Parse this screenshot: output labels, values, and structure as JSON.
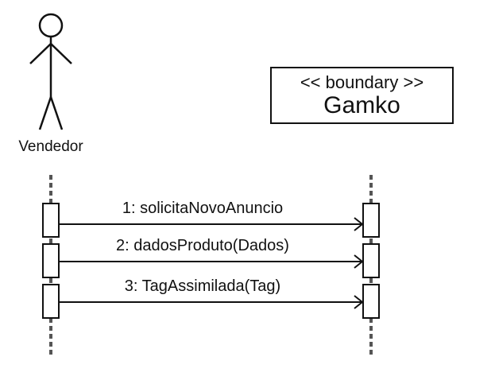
{
  "actor": {
    "name": "Vendedor"
  },
  "boundary": {
    "stereotype": "<< boundary >>",
    "name": "Gamko"
  },
  "messages": [
    {
      "label": "1: solicitaNovoAnuncio"
    },
    {
      "label": "2: dadosProduto(Dados)"
    },
    {
      "label": "3: TagAssimilada(Tag)"
    }
  ]
}
